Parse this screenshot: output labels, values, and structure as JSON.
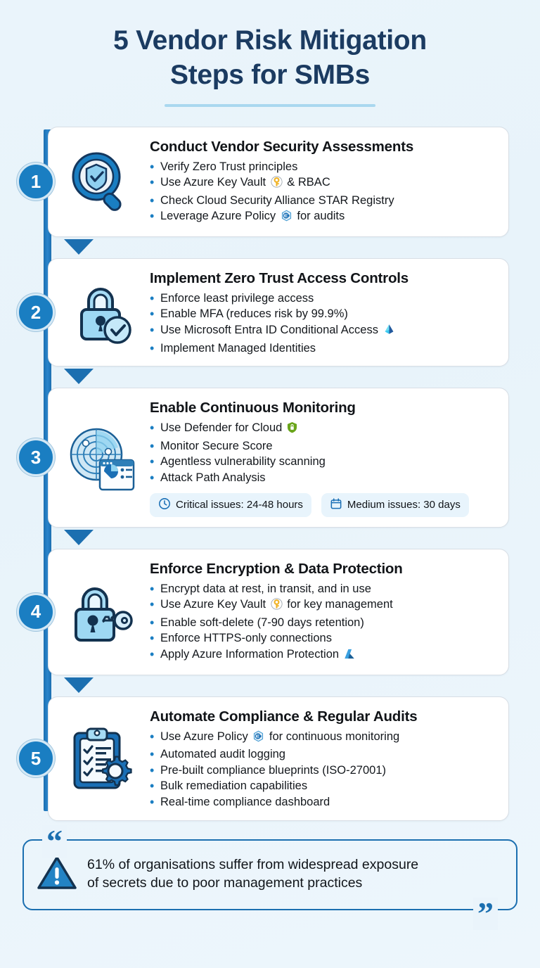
{
  "title": {
    "line1": "5 Vendor Risk Mitigation",
    "line2": "Steps for SMBs"
  },
  "accent_colors": {
    "spine_blue": "#1c6fb0",
    "badge_blue": "#1a7ec2",
    "title_navy": "#1b3b61",
    "bullet_blue": "#1a7ec2",
    "chip_bg": "#e8f4fc",
    "page_bg": "#eaf4fb",
    "keyvault_gold": "#f0b429",
    "defender_green": "#6aa51b"
  },
  "steps": [
    {
      "number": "1",
      "icon": "magnifier-shield-icon",
      "title": "Conduct Vendor Security Assessments",
      "bullets": [
        {
          "pre": "Verify Zero Trust principles",
          "icon": "",
          "post": ""
        },
        {
          "pre": "Use Azure Key Vault",
          "icon": "key-vault-icon",
          "post": "& RBAC"
        },
        {
          "pre": "Check Cloud Security Alliance STAR Registry",
          "icon": "",
          "post": ""
        },
        {
          "pre": "Leverage Azure Policy",
          "icon": "azure-policy-icon",
          "post": "for audits"
        }
      ],
      "chips": []
    },
    {
      "number": "2",
      "icon": "padlock-check-icon",
      "title": "Implement Zero Trust Access Controls",
      "bullets": [
        {
          "pre": "Enforce least privilege access",
          "icon": "",
          "post": ""
        },
        {
          "pre": "Enable MFA (reduces risk by 99.9%)",
          "icon": "",
          "post": ""
        },
        {
          "pre": "Use Microsoft Entra ID Conditional Access",
          "icon": "entra-id-icon",
          "post": ""
        },
        {
          "pre": "Implement Managed Identities",
          "icon": "",
          "post": ""
        }
      ],
      "chips": []
    },
    {
      "number": "3",
      "icon": "radar-dashboard-icon",
      "title": "Enable Continuous Monitoring",
      "bullets": [
        {
          "pre": "Use Defender for Cloud",
          "icon": "defender-shield-icon",
          "post": ""
        },
        {
          "pre": "Monitor Secure Score",
          "icon": "",
          "post": ""
        },
        {
          "pre": "Agentless vulnerability scanning",
          "icon": "",
          "post": ""
        },
        {
          "pre": "Attack Path Analysis",
          "icon": "",
          "post": ""
        }
      ],
      "chips": [
        {
          "icon": "clock-icon",
          "label": "Critical issues: 24-48 hours"
        },
        {
          "icon": "calendar-icon",
          "label": "Medium issues: 30 days"
        }
      ]
    },
    {
      "number": "4",
      "icon": "padlock-key-icon",
      "title": "Enforce Encryption & Data Protection",
      "bullets": [
        {
          "pre": "Encrypt data at rest, in transit, and in use",
          "icon": "",
          "post": ""
        },
        {
          "pre": "Use Azure Key Vault",
          "icon": "key-vault-icon",
          "post": "for key management"
        },
        {
          "pre": "Enable soft-delete (7-90 days retention)",
          "icon": "",
          "post": ""
        },
        {
          "pre": "Enforce HTTPS-only connections",
          "icon": "",
          "post": ""
        },
        {
          "pre": "Apply Azure Information Protection",
          "icon": "azure-logo-icon",
          "post": ""
        }
      ],
      "chips": []
    },
    {
      "number": "5",
      "icon": "clipboard-gear-icon",
      "title": "Automate Compliance & Regular Audits",
      "bullets": [
        {
          "pre": "Use Azure Policy",
          "icon": "azure-policy-icon",
          "post": "for continuous monitoring"
        },
        {
          "pre": "Automated audit logging",
          "icon": "",
          "post": ""
        },
        {
          "pre": "Pre-built compliance blueprints (ISO-27001)",
          "icon": "",
          "post": ""
        },
        {
          "pre": "Bulk remediation capabilities",
          "icon": "",
          "post": ""
        },
        {
          "pre": "Real-time compliance dashboard",
          "icon": "",
          "post": ""
        }
      ],
      "chips": []
    }
  ],
  "footer": {
    "icon": "warning-triangle-icon",
    "quote_open": "“",
    "quote_close": "”",
    "line1": "61% of organisations suffer from widespread exposure",
    "line2": "of secrets due to poor management practices"
  }
}
